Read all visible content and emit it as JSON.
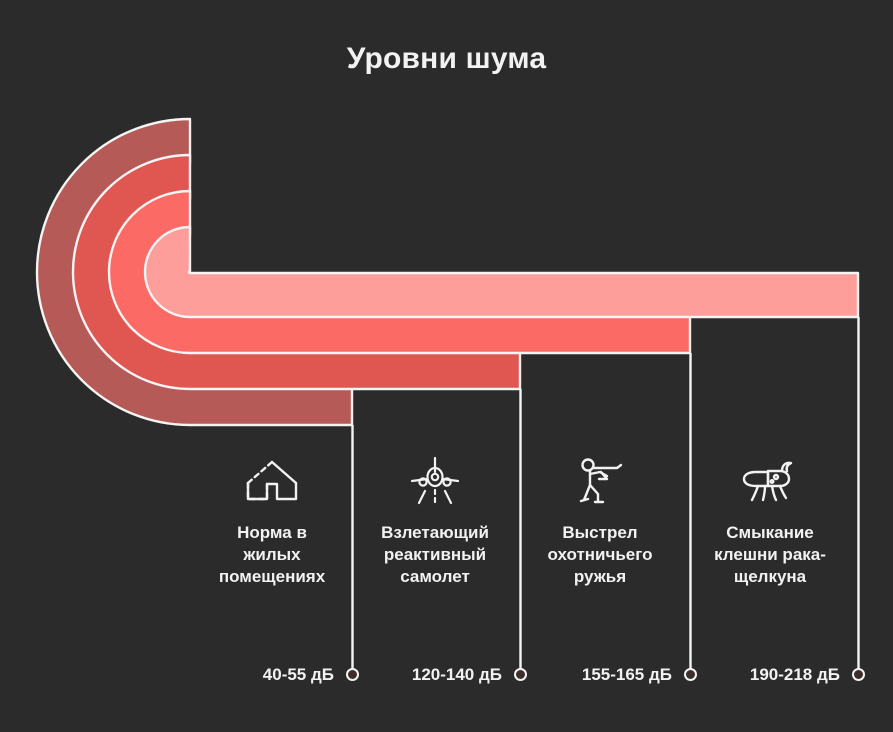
{
  "title": "Уровни шума",
  "theme": {
    "background": "#2b2b2b",
    "text": "#f2f2f2",
    "outline": "#f4f4f4",
    "dot_fill": "#3b2e2c"
  },
  "chart_data": {
    "type": "bar",
    "title": "Уровни шума",
    "xlabel": "",
    "ylabel": "дБ",
    "categories": [
      "Норма в жилых помещениях",
      "Взлетающий реактивный самолет",
      "Выстрел охотничьего ружья",
      "Смыкание клешни рака-щелкуна"
    ],
    "value_labels": [
      "40-55 дБ",
      "120-140 дБ",
      "155-165 дБ",
      "190-218 дБ"
    ],
    "low": [
      40,
      120,
      155,
      190
    ],
    "high": [
      55,
      140,
      165,
      218
    ],
    "unit": "дБ",
    "colors": [
      "#b55a56",
      "#e05651",
      "#fb6a64",
      "#fd9e9a"
    ],
    "grid": false,
    "legend": false
  },
  "items": [
    {
      "id": "home",
      "label": "Норма в\nжилых\nпомещениях",
      "value": "40-55 дБ",
      "icon": "house-icon",
      "color": "#b55a56"
    },
    {
      "id": "jet",
      "label": "Взлетающий\nреактивный\nсамолет",
      "value": "120-140 дБ",
      "icon": "airplane-takeoff-icon",
      "color": "#e05651"
    },
    {
      "id": "gunshot",
      "label": "Выстрел\nохотничьего\nружья",
      "value": "155-165 дБ",
      "icon": "hunter-rifle-icon",
      "color": "#fb6a64"
    },
    {
      "id": "shrimp",
      "label": "Смыкание\nклешни рака-\nщелкуна",
      "value": "190-218 дБ",
      "icon": "pistol-shrimp-icon",
      "color": "#fd9e9a"
    }
  ]
}
